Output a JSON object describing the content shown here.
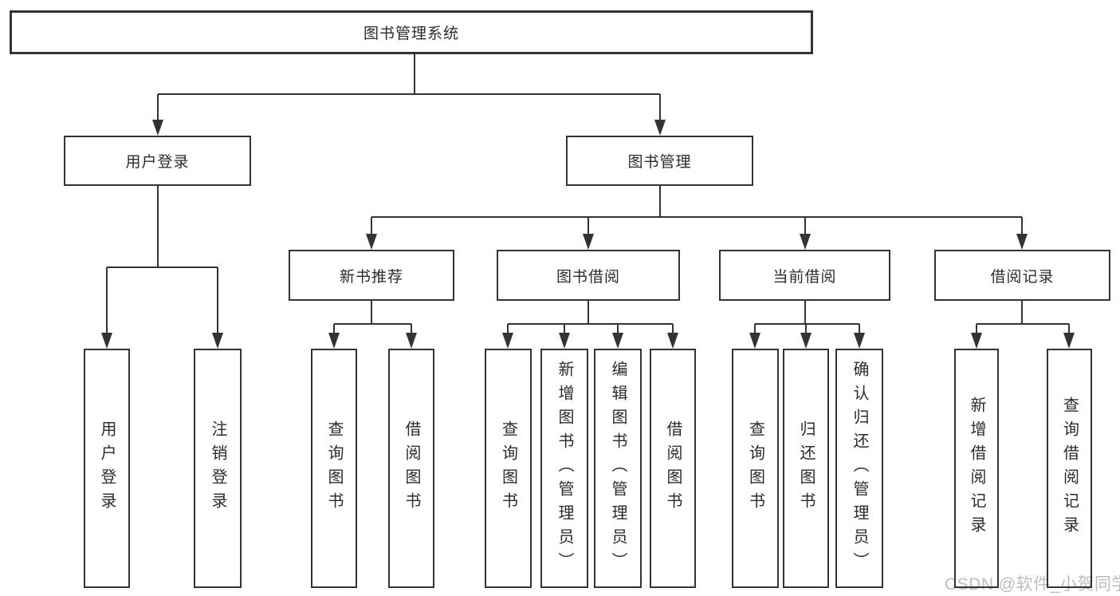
{
  "colors": {
    "line": "#333333",
    "text": "#2b2b2b",
    "watermark": "#bcbcbc",
    "background": "#ffffff"
  },
  "watermark": {
    "text": "CSDN @软件_小贺同学"
  },
  "tree": {
    "root": {
      "label": "图书管理系统"
    },
    "branches": [
      {
        "label": "用户登录",
        "children": [
          {
            "label": "用户登录"
          },
          {
            "label": "注销登录"
          }
        ]
      },
      {
        "label": "图书管理",
        "groups": [
          {
            "label": "新书推荐",
            "children": [
              {
                "label": "查询图书"
              },
              {
                "label": "借阅图书"
              }
            ]
          },
          {
            "label": "图书借阅",
            "children": [
              {
                "label": "查询图书"
              },
              {
                "label": "新增图书（管理员）"
              },
              {
                "label": "编辑图书（管理员）"
              },
              {
                "label": "借阅图书"
              }
            ]
          },
          {
            "label": "当前借阅",
            "children": [
              {
                "label": "查询图书"
              },
              {
                "label": "归还图书"
              },
              {
                "label": "确认归还（管理员）"
              }
            ]
          },
          {
            "label": "借阅记录",
            "children": [
              {
                "label": "新增借阅记录"
              },
              {
                "label": "查询借阅记录"
              }
            ]
          }
        ]
      }
    ]
  }
}
